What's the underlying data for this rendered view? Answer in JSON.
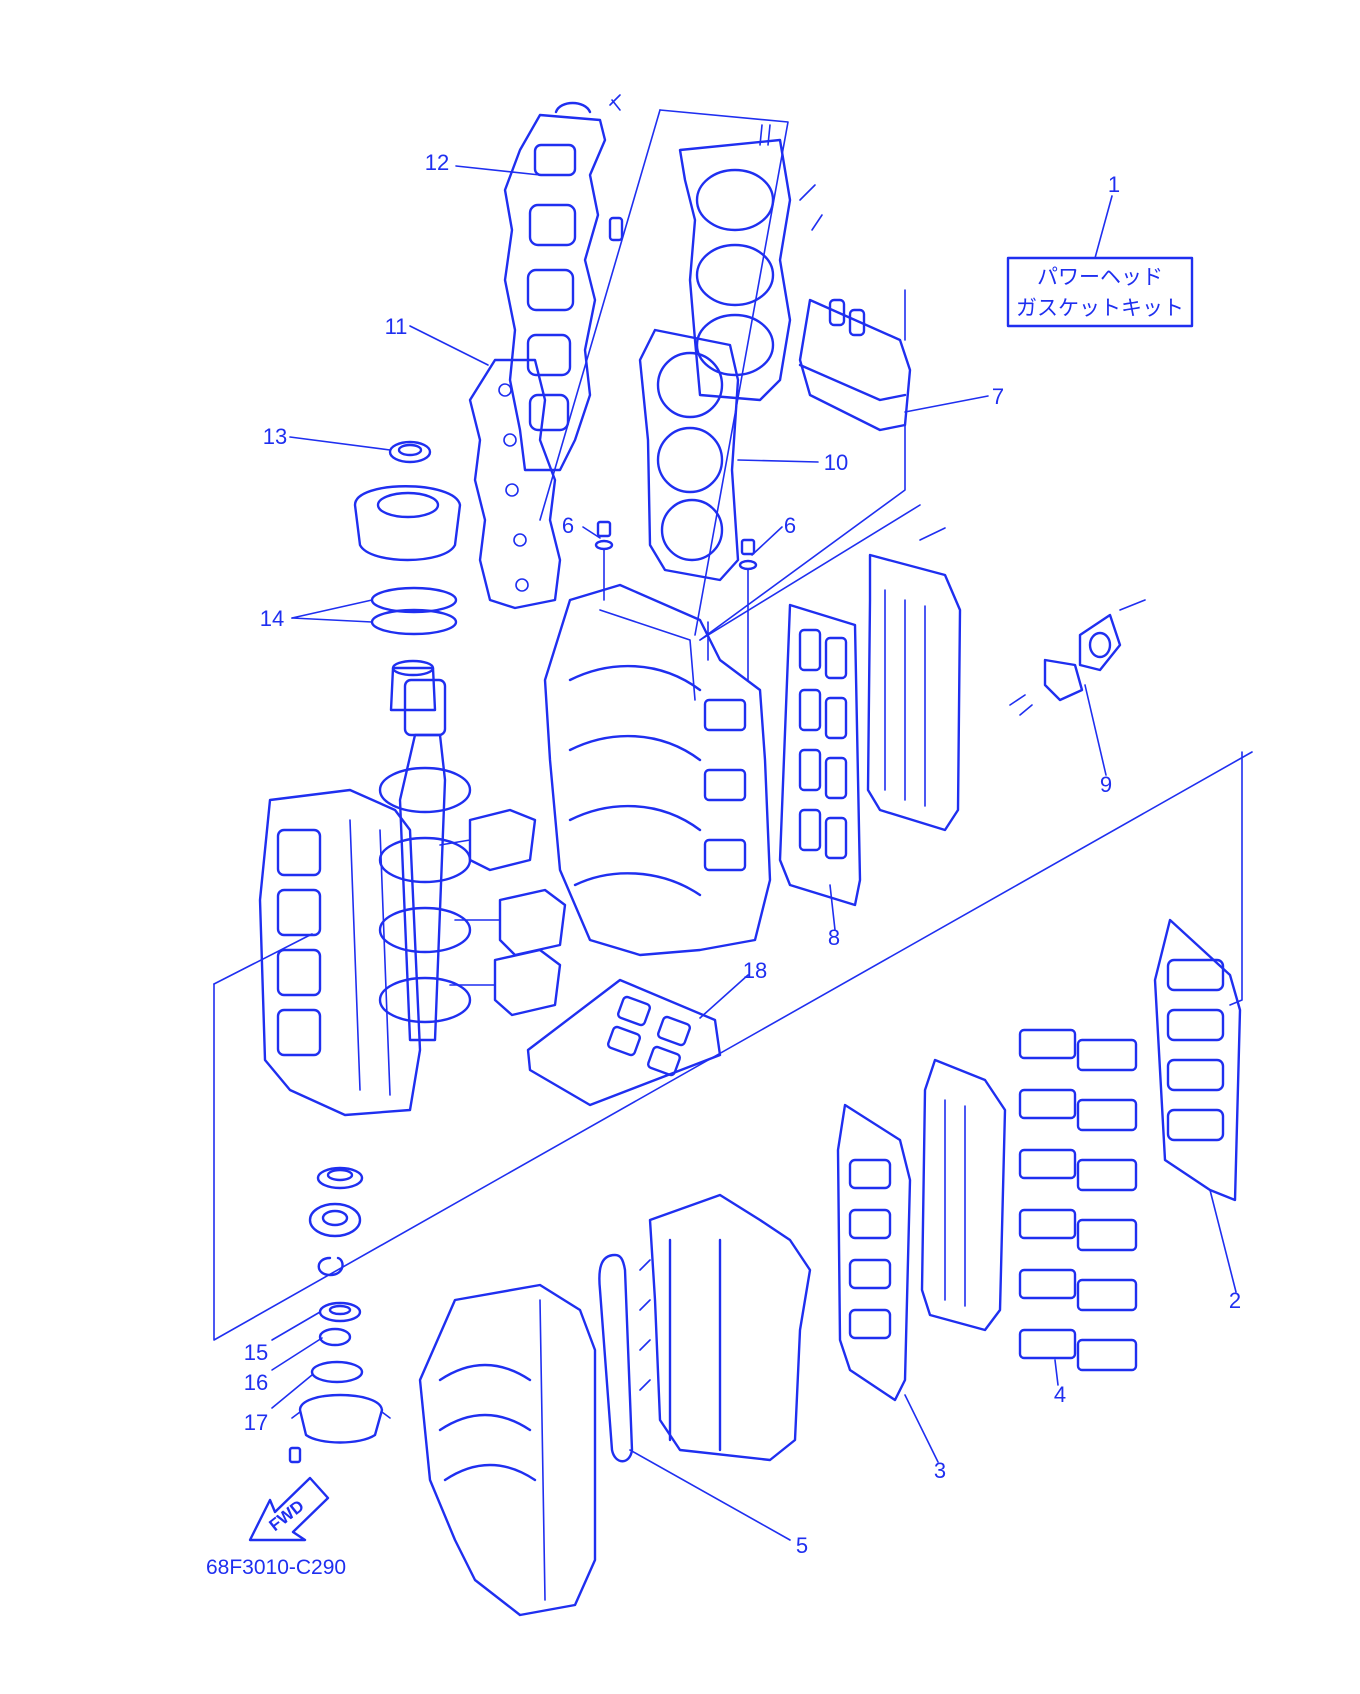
{
  "kit_label": {
    "line1": "パワーヘッド",
    "line2": "ガスケットキット"
  },
  "callouts": [
    "1",
    "2",
    "3",
    "4",
    "5",
    "6",
    "6",
    "7",
    "8",
    "9",
    "10",
    "11",
    "12",
    "13",
    "14",
    "15",
    "16",
    "17",
    "18"
  ],
  "direction_label": "FWD",
  "part_number": "68F3010-C290",
  "colors": {
    "ink": "#1f2ff0",
    "background": "#ffffff"
  }
}
